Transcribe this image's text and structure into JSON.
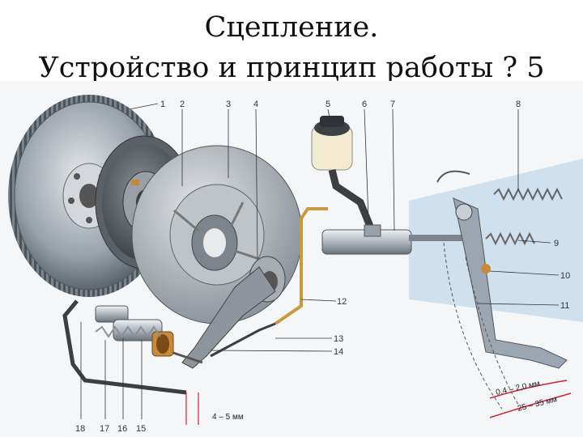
{
  "title": {
    "line1": "Сцепление.",
    "line2": "Устройство и принцип работы ?  5"
  },
  "callouts": {
    "c1": "1",
    "c2": "2",
    "c3": "3",
    "c4": "4",
    "c5": "5",
    "c6": "6",
    "c7": "7",
    "c8": "8",
    "c9": "9",
    "c10": "10",
    "c11": "11",
    "c12": "12",
    "c13": "13",
    "c14": "14",
    "c15": "15",
    "c16": "16",
    "c17": "17",
    "c18": "18"
  },
  "dimensions": {
    "fork_gap": "4 – 5 мм",
    "free_play": "0,4 – 2,0 мм",
    "full_travel": "25 – 35 мм"
  },
  "colors": {
    "panel_blue": "#cfe0ee",
    "metal_light": "#c9ced4",
    "metal_dark": "#6f7780",
    "brass": "#c89a3c",
    "spring": "#9a9fa5",
    "reservoir": "#f3ead2"
  }
}
